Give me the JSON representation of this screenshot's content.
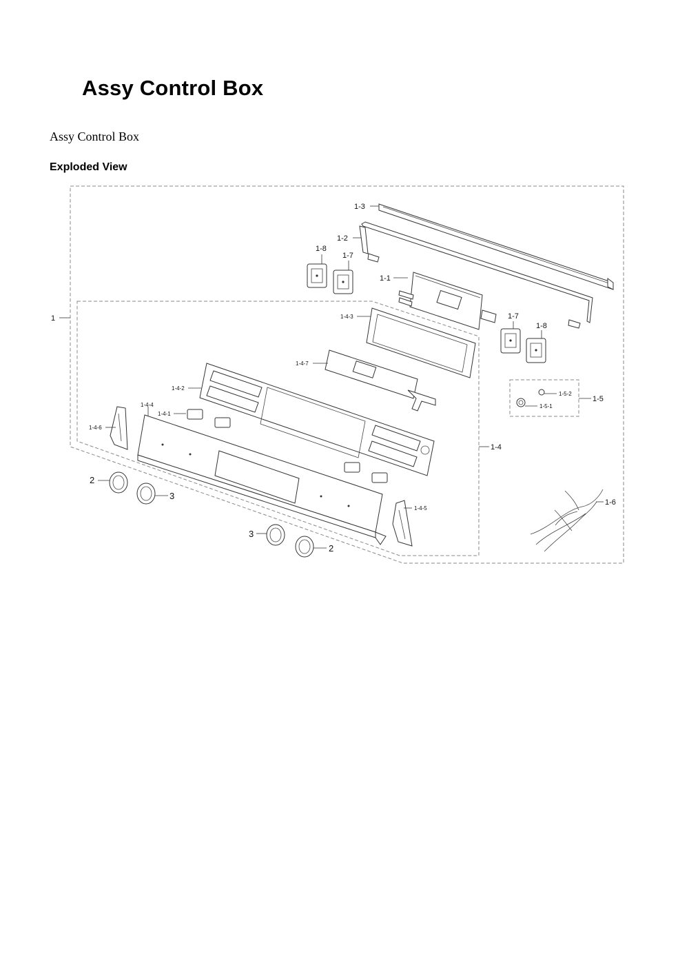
{
  "page": {
    "title": "Assy Control Box",
    "subtitle": "Assy Control Box",
    "section_heading": "Exploded View"
  },
  "callouts": {
    "c1": "1",
    "c1_1": "1-1",
    "c1_2": "1-2",
    "c1_3": "1-3",
    "c1_4": "1-4",
    "c1_4_1": "1-4-1",
    "c1_4_2": "1-4-2",
    "c1_4_3": "1-4-3",
    "c1_4_4": "1-4-4",
    "c1_4_5": "1-4-5",
    "c1_4_6": "1-4-6",
    "c1_4_7": "1-4-7",
    "c1_5": "1-5",
    "c1_5_1": "1-5-1",
    "c1_5_2": "1-5-2",
    "c1_6": "1-6",
    "c1_7a": "1-7",
    "c1_7b": "1-7",
    "c1_8a": "1-8",
    "c1_8b": "1-8",
    "c2a": "2",
    "c2b": "2",
    "c3a": "3",
    "c3b": "3"
  }
}
